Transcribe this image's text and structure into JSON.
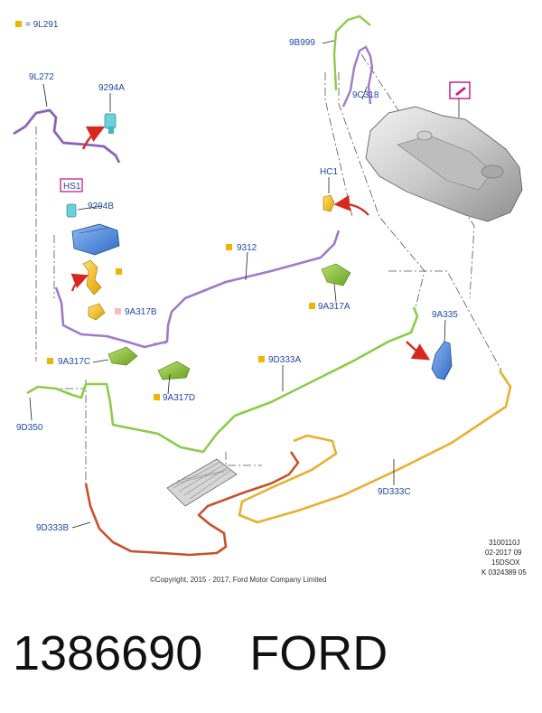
{
  "legend": {
    "symbol_label": "= 9L291"
  },
  "labels": {
    "l_9L272": "9L272",
    "l_9294A": "9294A",
    "l_HS1": "HS1",
    "l_9294B": "9294B",
    "l_9B999": "9B999",
    "l_9C318": "9C318",
    "l_HC1": "HC1",
    "l_9312": "9312",
    "l_9A317A": "9A317A",
    "l_9A317B": "9A317B",
    "l_9A317C": "9A317C",
    "l_9A317D": "9A317D",
    "l_9A335": "9A335",
    "l_9D333A": "9D333A",
    "l_9D350": "9D350",
    "l_9D333B": "9D333B",
    "l_9D333C": "9D333C"
  },
  "meta": {
    "line1": "3100110J",
    "line2": "02-2017 09",
    "line3": "15DSOX",
    "line4": "K 0324389 05"
  },
  "copyright": "©Copyright, 2015 - 2017, Ford Motor Company Limited",
  "caption": {
    "part_number": "1386690",
    "brand": "FORD"
  },
  "colors": {
    "label_blue": "#1f4aa8",
    "purple_line": "#a07ac8",
    "green_line": "#8ccc4a",
    "yellow_line": "#e8b030",
    "red_line": "#c8502a",
    "arrow_red": "#d8281e",
    "marker_yellow": "#f0b400",
    "callout_magenta": "#c81e8c"
  }
}
